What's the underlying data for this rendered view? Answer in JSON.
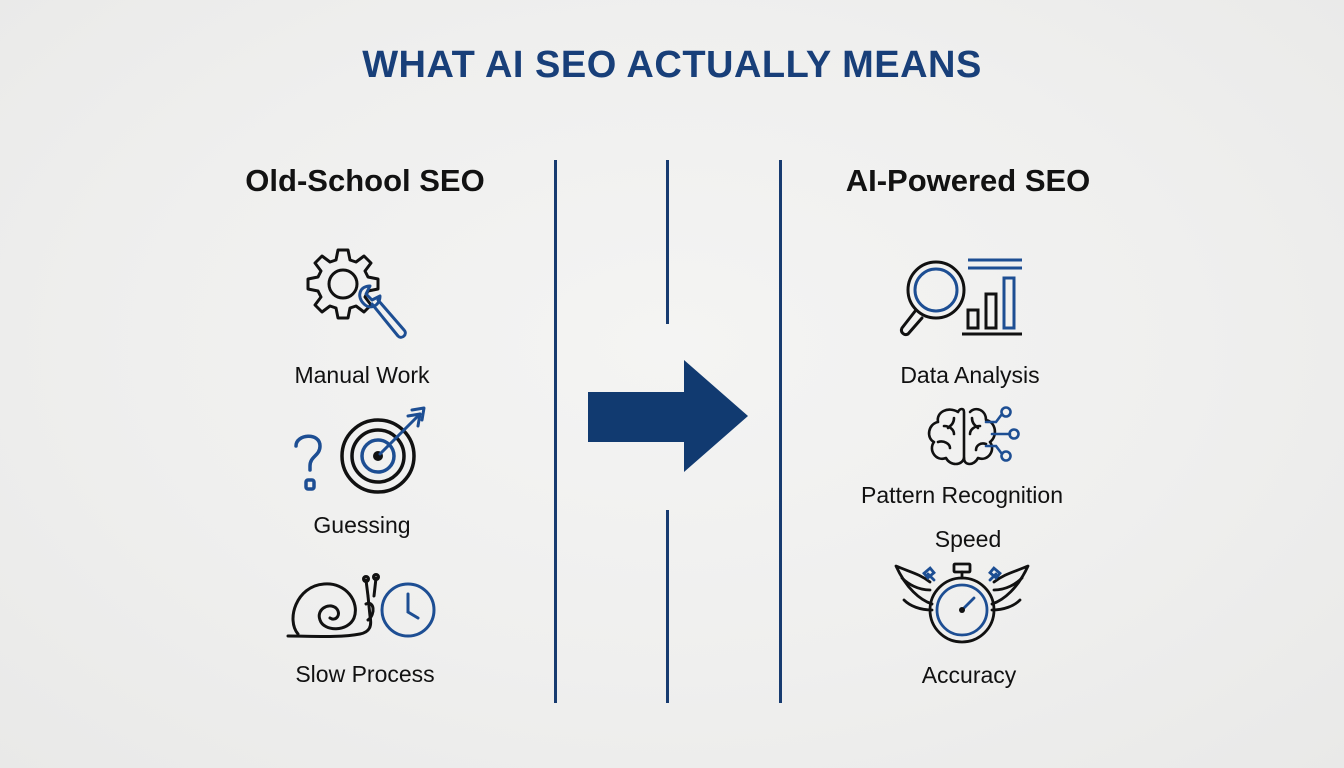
{
  "title": "WHAT AI SEO ACTUALLY MEANS",
  "left_column": {
    "heading": "Old-School SEO",
    "items": [
      {
        "label": "Manual Work",
        "icon": "gear-wrench-icon"
      },
      {
        "label": "Guessing",
        "icon": "question-target-icon"
      },
      {
        "label": "Slow Process",
        "icon": "snail-clock-icon"
      }
    ]
  },
  "right_column": {
    "heading": "AI-Powered SEO",
    "items": [
      {
        "label": "Data Analysis",
        "icon": "magnifier-chart-icon"
      },
      {
        "label": "Pattern Recognition",
        "icon": "brain-network-icon"
      },
      {
        "label": "Speed",
        "icon": "winged-stopwatch-icon"
      },
      {
        "label": "Accuracy",
        "icon": "winged-stopwatch-icon"
      }
    ]
  },
  "colors": {
    "title": "#183f79",
    "accent": "#1a4a8a",
    "navy": "#173b70",
    "text": "#111111",
    "background": "#efefef"
  }
}
